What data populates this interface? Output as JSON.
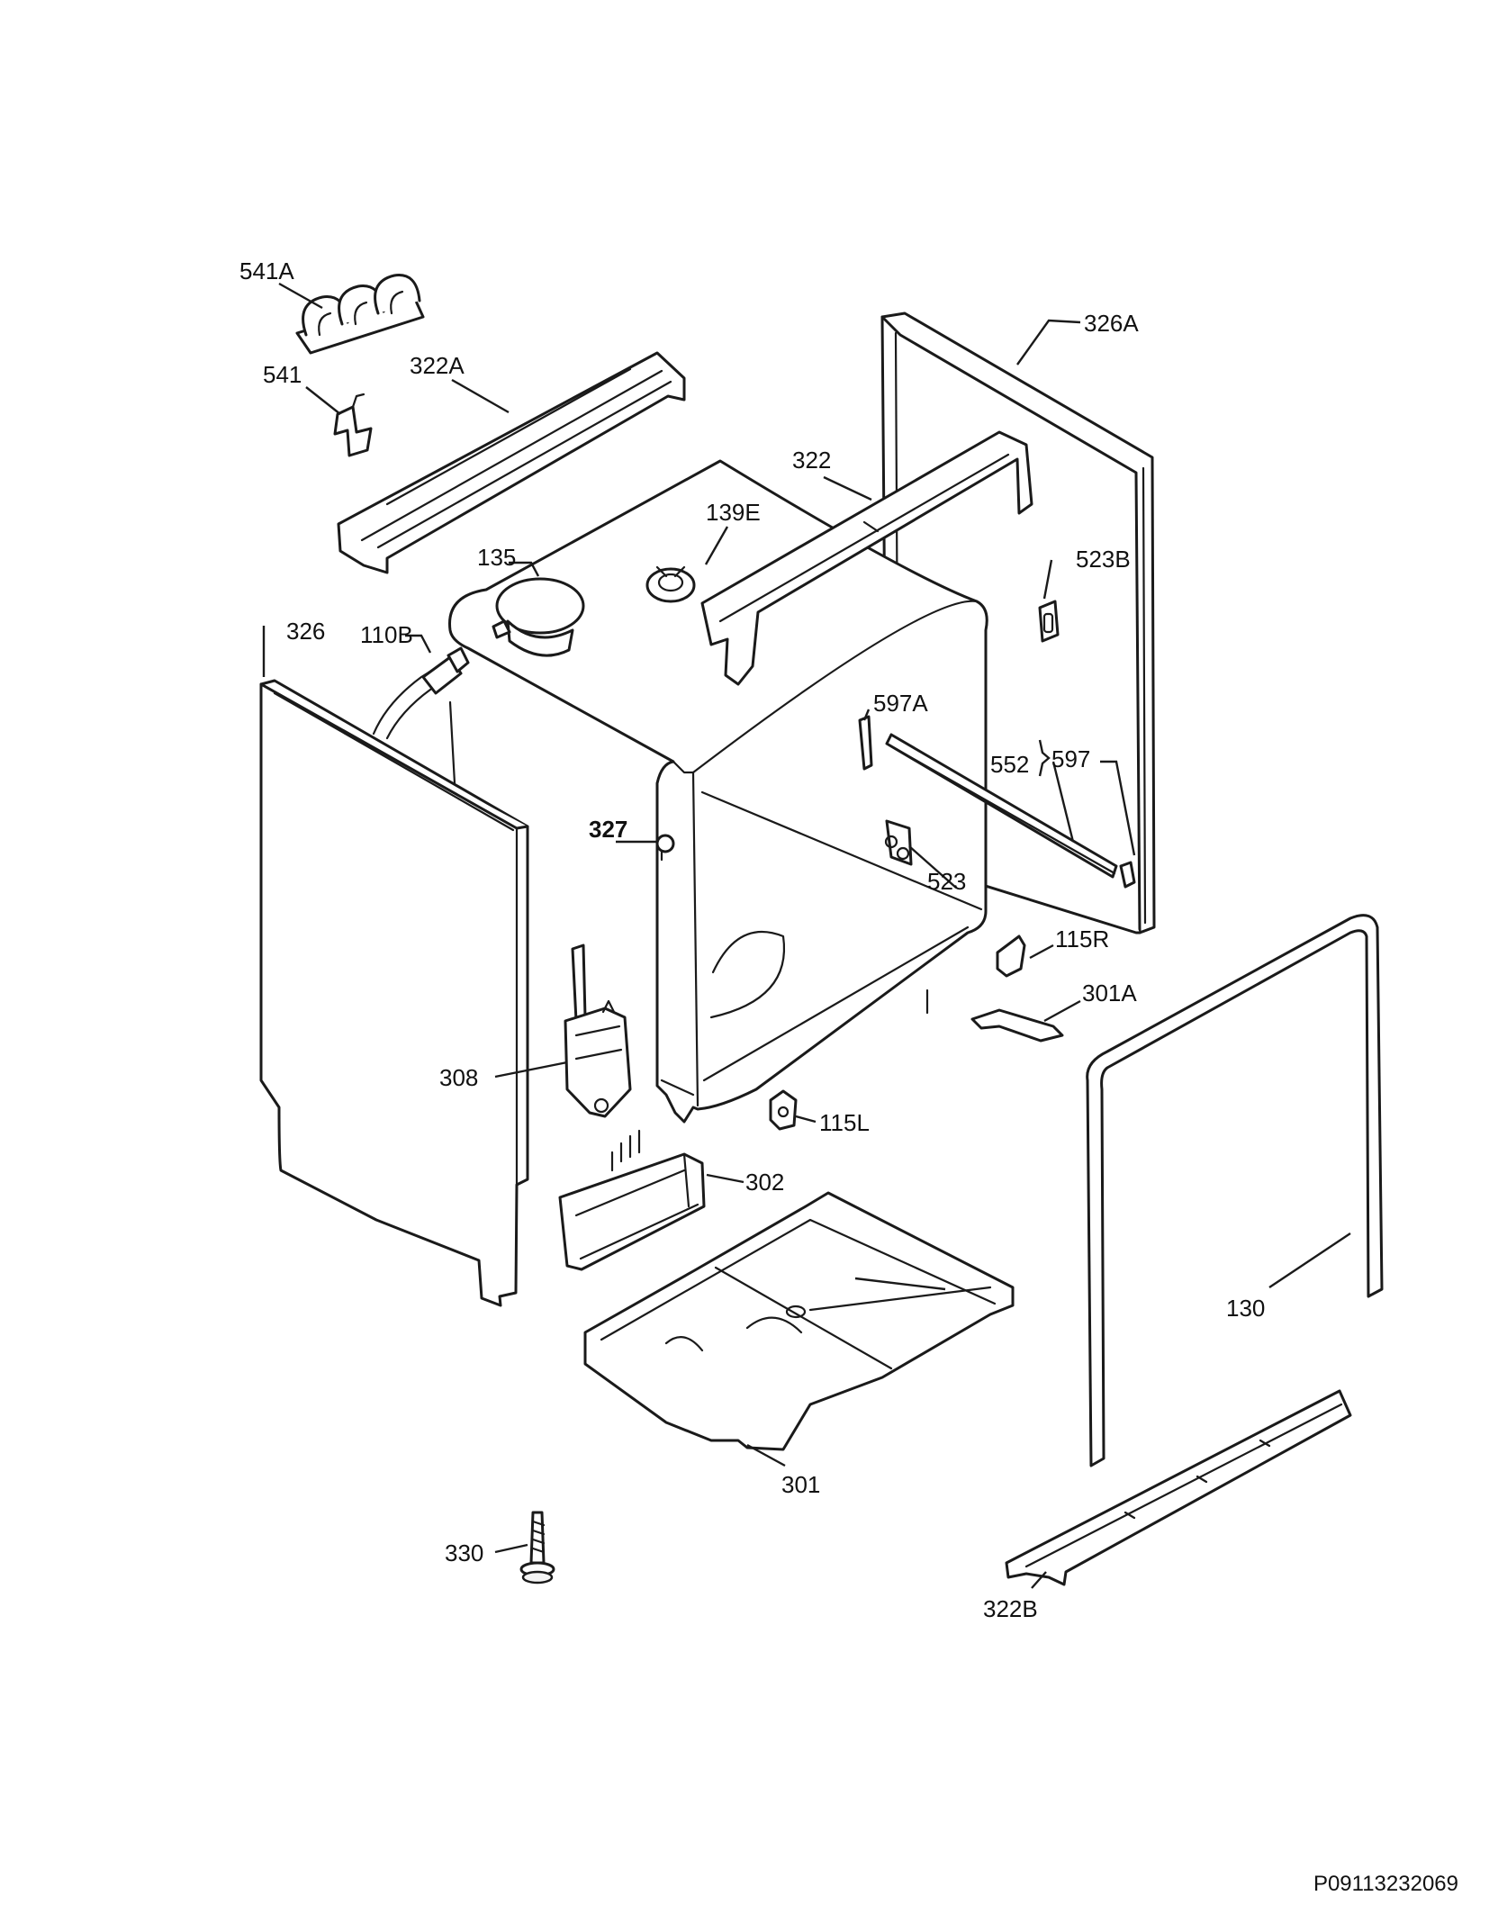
{
  "diagram": {
    "reference_code": "P09113232069",
    "callouts": {
      "c541A": "541A",
      "c541": "541",
      "c322A": "322A",
      "c326A": "326A",
      "c322": "322",
      "c139E": "139E",
      "c135": "135",
      "c523B": "523B",
      "c326": "326",
      "c110B": "110B",
      "c597A": "597A",
      "c552": "552",
      "c597": "597",
      "c327": "327",
      "c523": "523",
      "c115R": "115R",
      "c301A": "301A",
      "c308": "308",
      "c115L": "115L",
      "c302": "302",
      "c130": "130",
      "c301": "301",
      "c330": "330",
      "c322B": "322B"
    }
  }
}
